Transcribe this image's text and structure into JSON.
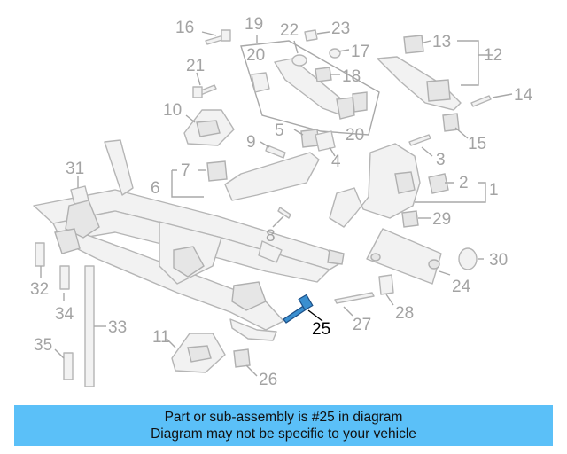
{
  "callouts": {
    "n1": "1",
    "n2": "2",
    "n3": "3",
    "n4": "4",
    "n5": "5",
    "n6": "6",
    "n7": "7",
    "n8": "8",
    "n9": "9",
    "n10": "10",
    "n11": "11",
    "n12": "12",
    "n13": "13",
    "n14": "14",
    "n15": "15",
    "n16": "16",
    "n17": "17",
    "n18": "18",
    "n19": "19",
    "n20a": "20",
    "n20b": "20",
    "n21": "21",
    "n22": "22",
    "n23": "23",
    "n24": "24",
    "n25": "25",
    "n26": "26",
    "n27": "27",
    "n28": "28",
    "n29": "29",
    "n30": "30",
    "n31": "31",
    "n32": "32",
    "n33": "33",
    "n34": "34",
    "n35": "35"
  },
  "highlight_color": "#5bc0f8",
  "banner": {
    "line1": "Part or sub-assembly is #25 in diagram",
    "line2": "Diagram may not be specific to your vehicle"
  }
}
